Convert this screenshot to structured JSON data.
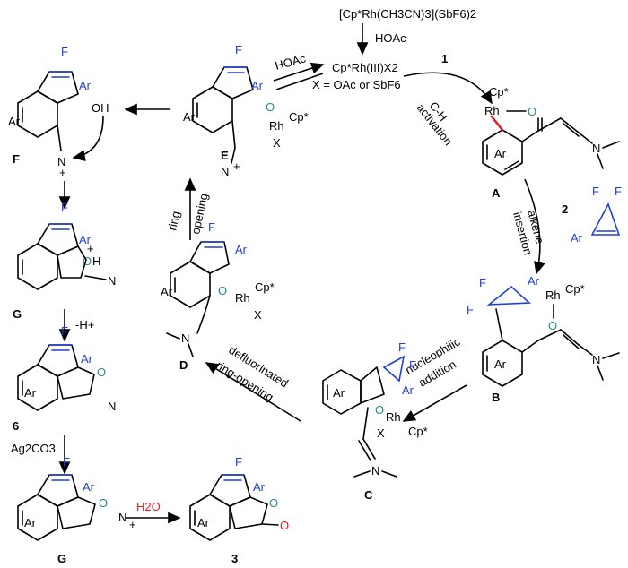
{
  "reagents": {
    "catalyst_precursor": "[Cp*Rh(CH3CN)3](SbF6)2",
    "hoac_top": "HOAc",
    "catalyst": "Cp*Rh(III)X2",
    "x_def": "X = OAc or SbF6",
    "hoac_left": "HOAc",
    "one": "1",
    "two": "2",
    "ag": "Ag2CO3",
    "h2o": "H2O",
    "minus_h": "-H+"
  },
  "steps": {
    "ch1": "C-H",
    "ch2": "activation",
    "ins1": "alkene",
    "ins2": "insertion",
    "nuc1": "nucleophilic",
    "nuc2": "addition",
    "def1": "defluorinated",
    "def2": "ring-opening",
    "ro1": "ring",
    "ro2": "opening"
  },
  "labels": {
    "A": "A",
    "B": "B",
    "C": "C",
    "D": "D",
    "E": "E",
    "F": "F",
    "G1": "G",
    "G2": "G",
    "six": "6",
    "three": "3"
  },
  "atoms": {
    "F": "F",
    "Ar": "Ar",
    "O": "O",
    "OH": "OH",
    "H": "H",
    "Rh": "Rh",
    "Cp": "Cp*",
    "X": "X",
    "N": "N",
    "plus": "+"
  }
}
